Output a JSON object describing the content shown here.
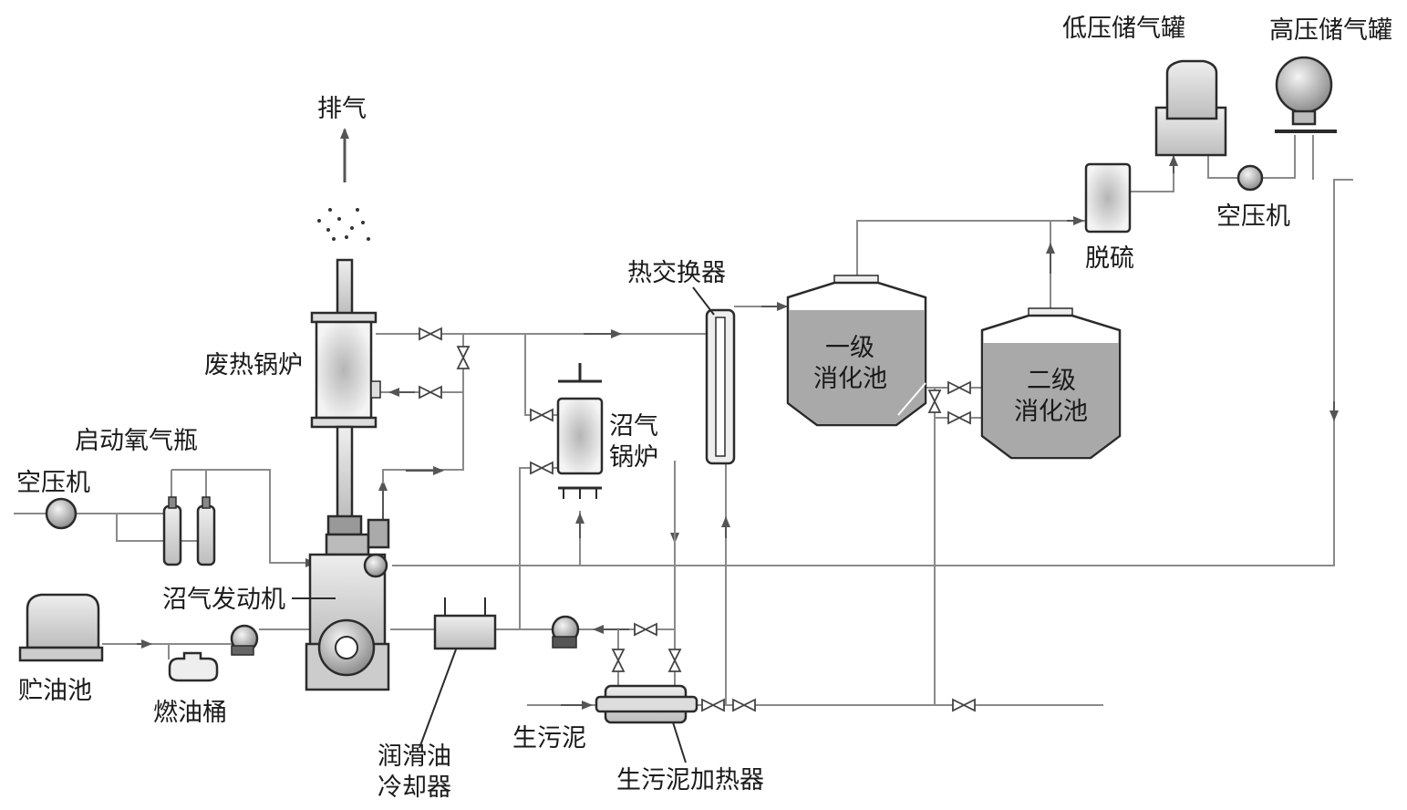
{
  "labels": {
    "exhaust": "排气",
    "waste_heat_boiler": "废热锅炉",
    "start_oxygen": "启动氧气瓶",
    "air_compressor_left": "空压机",
    "biogas_engine": "沼气发动机",
    "oil_tank": "贮油池",
    "fuel_drum": "燃油桶",
    "lube_cooler_1": "润滑油",
    "lube_cooler_2": "冷却器",
    "raw_sludge": "生污泥",
    "sludge_heater": "生污泥加热器",
    "biogas_boiler_1": "沼气",
    "biogas_boiler_2": "锅炉",
    "heat_exchanger": "热交换器",
    "digester1_1": "一级",
    "digester1_2": "消化池",
    "digester2_1": "二级",
    "digester2_2": "消化池",
    "desulfur": "脱硫",
    "air_compressor_right": "空压机",
    "low_pressure_tank": "低压储气罐",
    "high_pressure_tank": "高压储气罐"
  },
  "colors": {
    "equipment_fill": "#c9c9c9",
    "digester_liquid": "#a9a9a9",
    "pipe": "#8a8a8a",
    "outline": "#2b2b2b"
  }
}
